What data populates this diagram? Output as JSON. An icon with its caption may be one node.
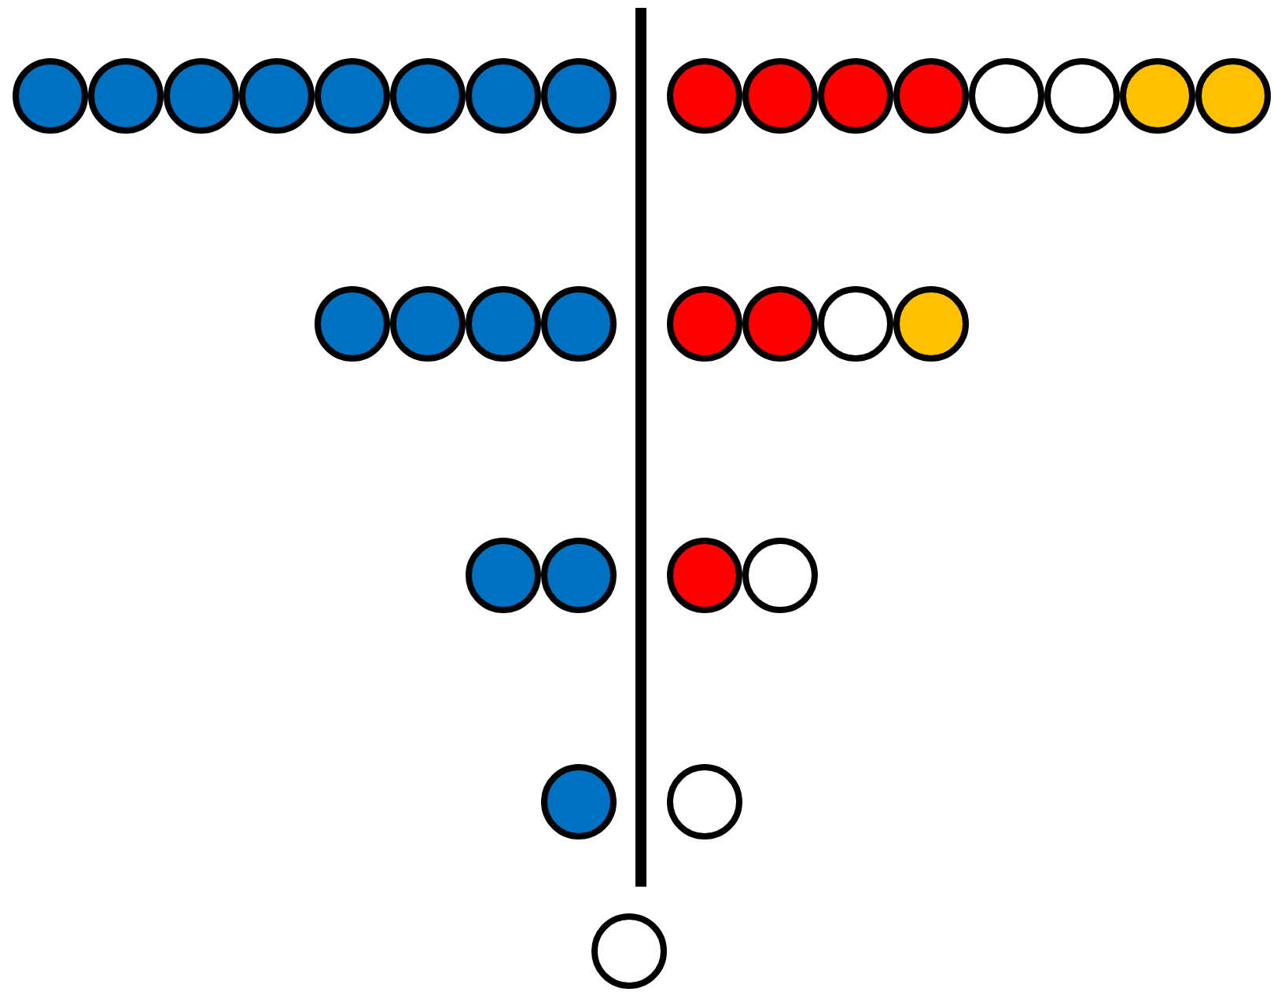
{
  "diagram": {
    "nodes": [
      {
        "text": [],
        "shape": "circle"
      },
      {
        "text": [],
        "shape": "circle"
      },
      {
        "text": [],
        "shape": "circle"
      },
      {
        "text": [],
        "shape": "circle"
      },
      {
        "text": [],
        "shape": "circle"
      },
      {
        "text": [],
        "shape": "circle"
      },
      {
        "text": [],
        "shape": "circle"
      },
      {
        "text": [],
        "shape": "circle"
      },
      {
        "text": [],
        "shape": "circle"
      },
      {
        "text": [],
        "shape": "circle"
      },
      {
        "text": [],
        "shape": "circle"
      },
      {
        "text": [],
        "shape": "circle"
      },
      {
        "text": [],
        "shape": "circle"
      },
      {
        "text": [],
        "shape": "circle"
      },
      {
        "text": [],
        "shape": "circle"
      },
      {
        "text": [],
        "shape": "circle"
      },
      {
        "text": [],
        "shape": "circle"
      },
      {
        "text": [],
        "shape": "circle"
      },
      {
        "text": [],
        "shape": "circle"
      },
      {
        "text": [],
        "shape": "circle"
      },
      {
        "text": [],
        "shape": "circle"
      },
      {
        "text": [],
        "shape": "circle"
      },
      {
        "text": [],
        "shape": "circle"
      },
      {
        "text": [],
        "shape": "circle"
      },
      {
        "text": [],
        "shape": "circle"
      },
      {
        "text": [],
        "shape": "circle"
      },
      {
        "text": [],
        "shape": "circle"
      },
      {
        "text": [],
        "shape": "circle"
      },
      {
        "text": [],
        "shape": "circle"
      },
      {
        "text": [],
        "shape": "circle"
      },
      {
        "text": [],
        "shape": "circle"
      }
    ]
  }
}
